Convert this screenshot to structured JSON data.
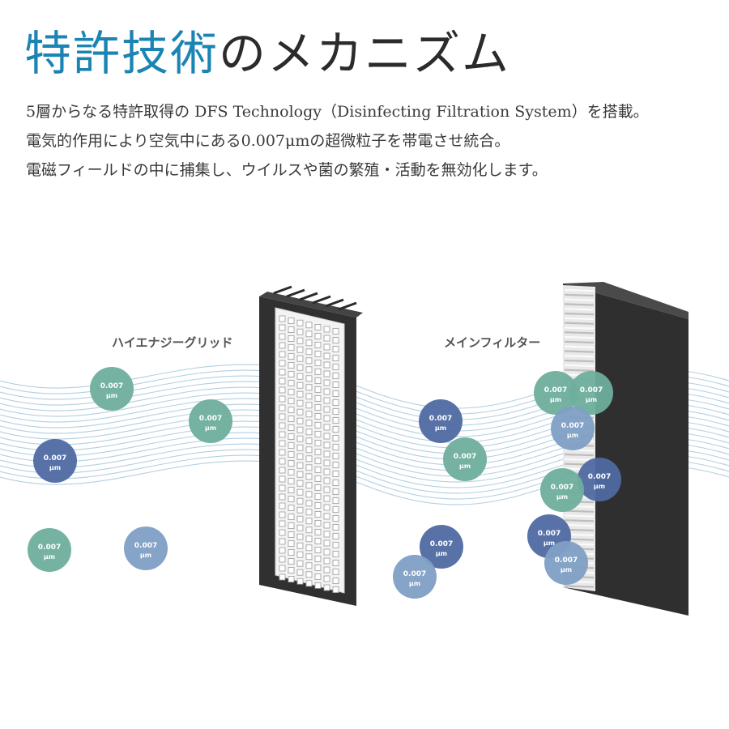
{
  "headline": {
    "accent": "特許技術",
    "rest": "のメカニズム"
  },
  "description": [
    "5層からなる特許取得の DFS Technology（Disinfecting Filtration System）を搭載。",
    "電気的作用により空気中にある0.007μmの超微粒子を帯電させ統合。",
    "電磁フィールドの中に捕集し、ウイルスや菌の繁殖・活動を無効化します。"
  ],
  "labels": {
    "grid": "ハイエナジーグリッド",
    "main_filter": "メインフィルター"
  },
  "particle": {
    "value": "0.007",
    "unit": "μm"
  },
  "colors": {
    "accent": "#1b84b3",
    "particle_green": "#6fae9c",
    "particle_navy": "#4f6aa3",
    "particle_blue": "#7f9fc4",
    "wave": "#9fc3da",
    "filter_frame": "#2f2f30"
  }
}
